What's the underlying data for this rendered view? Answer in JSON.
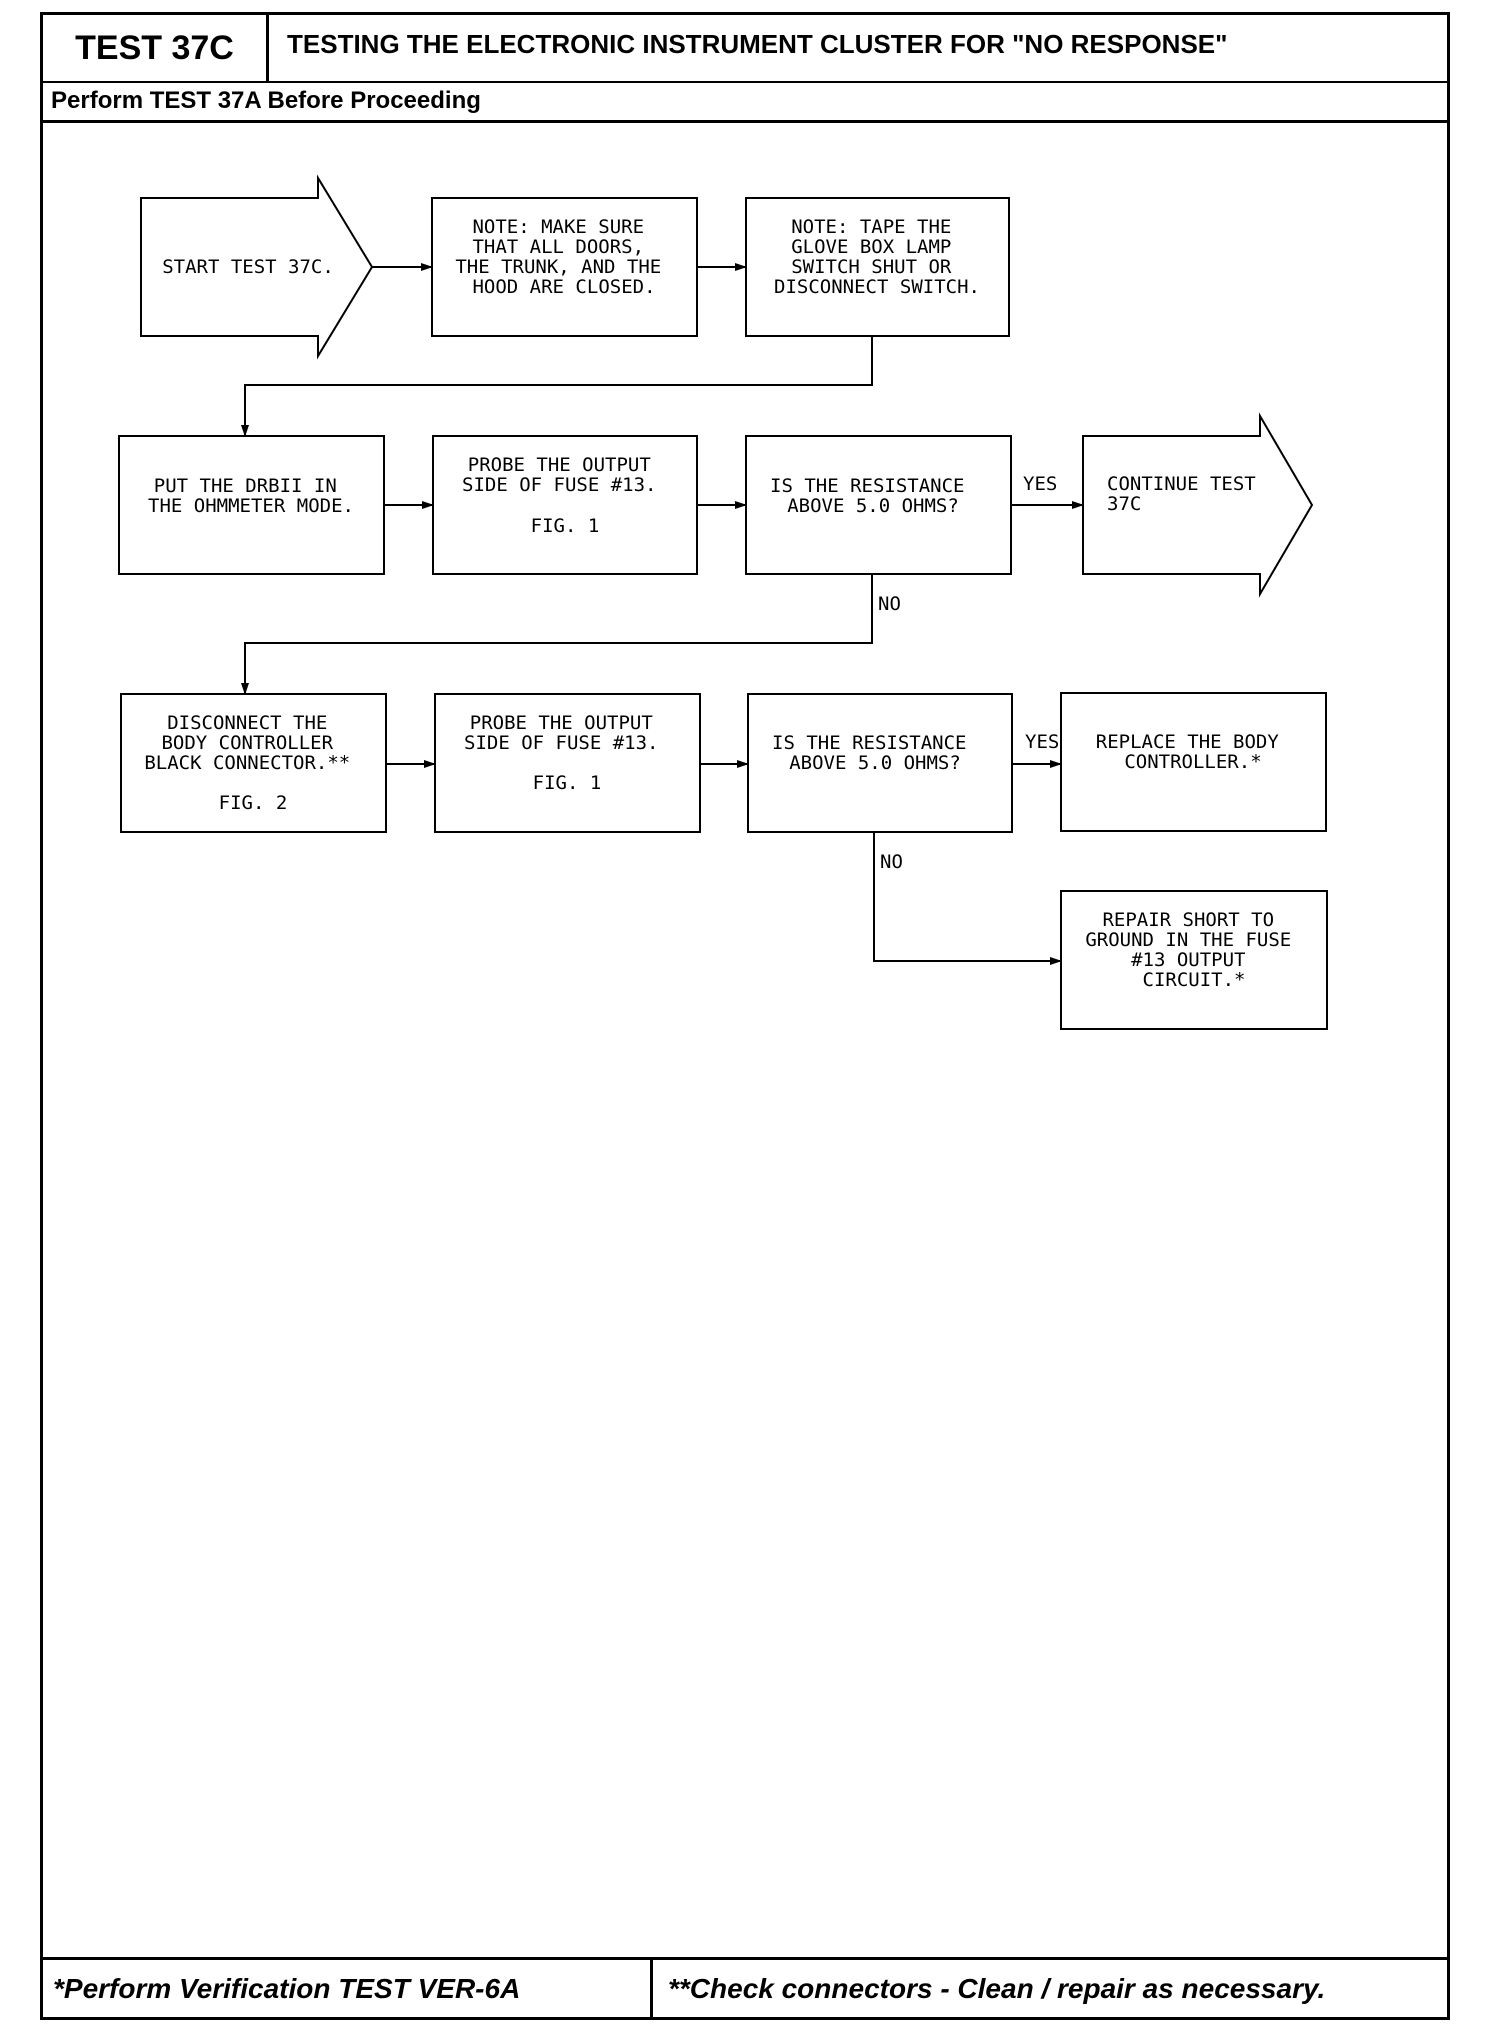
{
  "header": {
    "test_id": "TEST 37C",
    "title": "TESTING THE ELECTRONIC INSTRUMENT CLUSTER FOR \"NO RESPONSE\"",
    "subtitle": "Perform TEST 37A Before Proceeding"
  },
  "footer": {
    "left": "*Perform Verification TEST VER-6A",
    "right": "**Check connectors - Clean / repair as necessary."
  },
  "flow": {
    "start": [
      "START TEST 37C."
    ],
    "note_doors": [
      "NOTE: MAKE SURE",
      "THAT ALL DOORS,",
      "THE TRUNK, AND THE",
      "HOOD ARE CLOSED."
    ],
    "note_glove": [
      "NOTE: TAPE THE",
      "GLOVE BOX LAMP",
      "SWITCH SHUT OR",
      "DISCONNECT SWITCH."
    ],
    "drbii": [
      "PUT THE DRBII IN",
      "THE OHMMETER MODE."
    ],
    "probe1": [
      "PROBE THE OUTPUT",
      "SIDE OF FUSE #13."
    ],
    "probe1_fig": "FIG. 1",
    "q1": [
      "IS THE RESISTANCE",
      "ABOVE 5.0 OHMS?"
    ],
    "q1_yes": "YES",
    "q1_no": "NO",
    "continue": [
      "CONTINUE TEST",
      "37C"
    ],
    "disconnect": [
      "DISCONNECT THE",
      "BODY CONTROLLER",
      "BLACK CONNECTOR.**"
    ],
    "disconnect_fig": "FIG. 2",
    "probe2": [
      "PROBE THE OUTPUT",
      "SIDE OF FUSE #13."
    ],
    "probe2_fig": "FIG. 1",
    "q2": [
      "IS THE RESISTANCE",
      "ABOVE 5.0 OHMS?"
    ],
    "q2_yes": "YES",
    "q2_no": "NO",
    "replace": [
      "REPLACE THE BODY",
      "CONTROLLER.*"
    ],
    "repair": [
      "REPAIR SHORT TO",
      "GROUND IN THE FUSE",
      "#13 OUTPUT",
      "CIRCUIT.*"
    ]
  }
}
